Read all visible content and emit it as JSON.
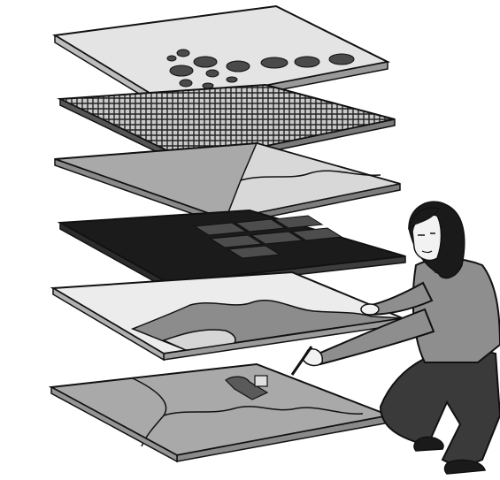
{
  "illustration": {
    "subject": "gis-map-layers",
    "colors": {
      "background": "#ffffff",
      "outline": "#111111",
      "light_gray": "#d6d6d6",
      "mid_gray": "#a9a9a9",
      "dark_gray": "#7a7a7a",
      "near_black": "#1b1b1b",
      "skin": "#f2f2f2",
      "hair": "#1a1a1a",
      "sweater": "#8e8e8e",
      "pants": "#3a3a3a"
    },
    "layers": [
      {
        "id": "point-features",
        "shading": "light",
        "features": "ellipses"
      },
      {
        "id": "raster-grid",
        "shading": "mesh",
        "features": "grid"
      },
      {
        "id": "polygon-regions",
        "shading": "mid",
        "features": "two-regions"
      },
      {
        "id": "raster-cells",
        "shading": "black",
        "features": "cell-blocks"
      },
      {
        "id": "line-boundaries",
        "shading": "light",
        "features": "borders"
      },
      {
        "id": "base-map",
        "shading": "mid",
        "features": "terrain-lines"
      }
    ],
    "figure": {
      "id": "woman-drawing",
      "pose": "kneeling"
    }
  }
}
